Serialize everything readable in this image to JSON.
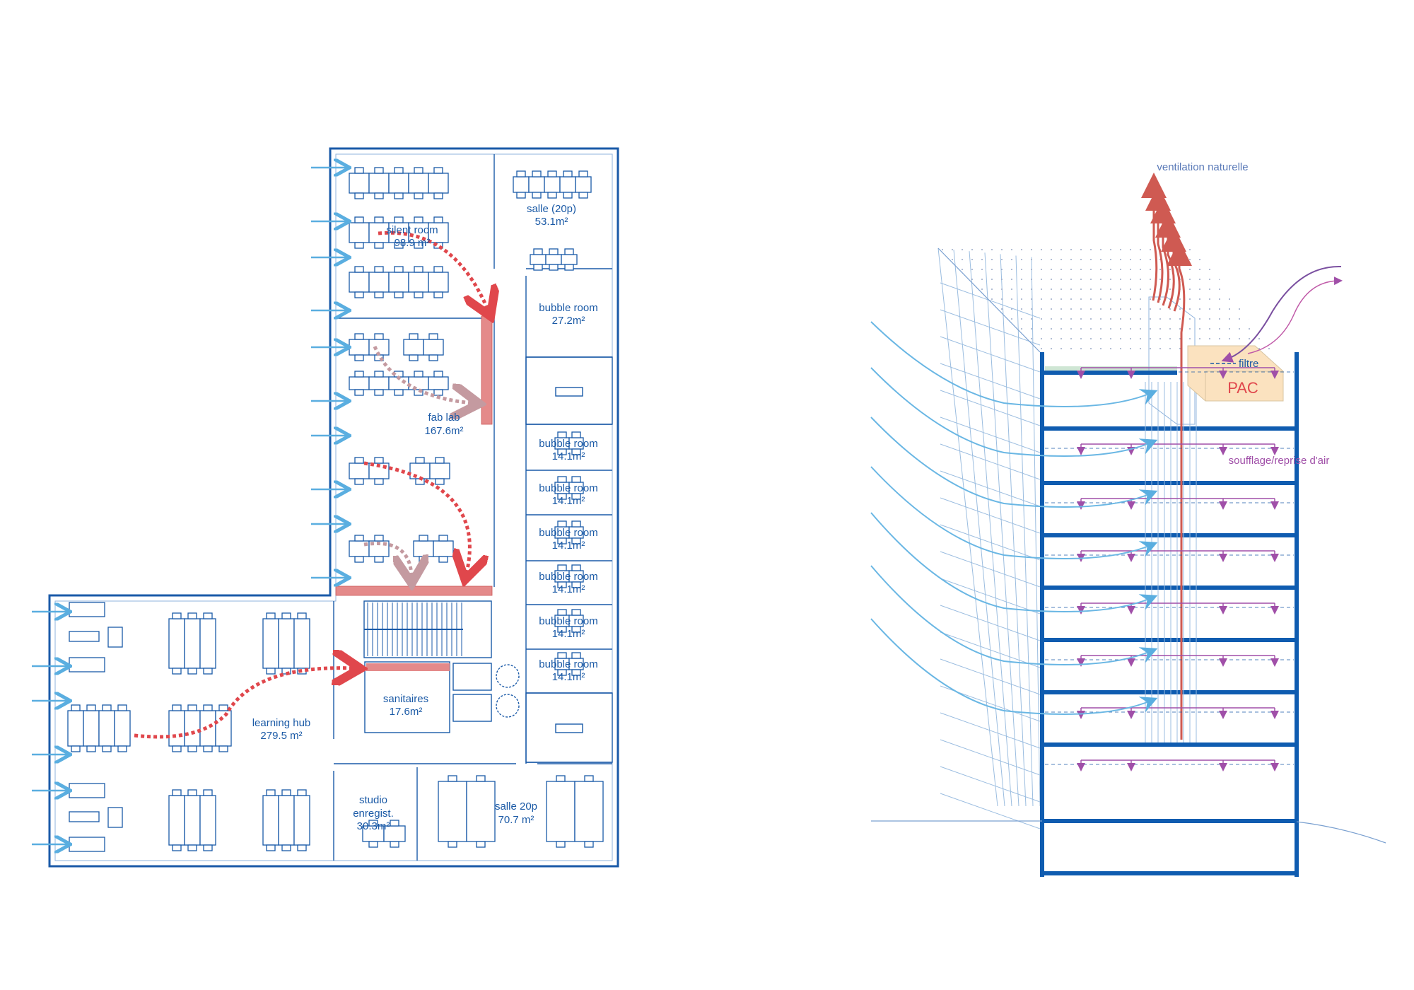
{
  "colors": {
    "wall": "#1a5aa8",
    "air_in": "#5aaee0",
    "circulation": "#e0474c",
    "storage": "#e48a8a",
    "exhaust": "#cf5a52",
    "supply": "#a04fa8",
    "pac": "#fbe2bf",
    "green_roof": "#cfe6d4"
  },
  "plan": {
    "rooms": [
      {
        "name": "silent room",
        "area": "98.9 m²"
      },
      {
        "name": "salle (20p)",
        "area": "53.1m²"
      },
      {
        "name": "bubble room",
        "area": "27.2m²"
      },
      {
        "name": "fab lab",
        "area": "167.6m²"
      },
      {
        "name": "bubble room",
        "area": "14.1m²"
      },
      {
        "name": "bubble room",
        "area": "14.1m²"
      },
      {
        "name": "bubble room",
        "area": "14.1m²"
      },
      {
        "name": "bubble room",
        "area": "14.1m²"
      },
      {
        "name": "bubble room",
        "area": "14.1m²"
      },
      {
        "name": "bubble room",
        "area": "14.1m²"
      },
      {
        "name": "sanitaires",
        "area": "17.6m²"
      },
      {
        "name": "learning hub",
        "area": "279.5 m²"
      },
      {
        "name": "studio",
        "name2": "enregist.",
        "area": "30.3m²"
      },
      {
        "name": "salle 20p",
        "area": "70.7 m²"
      }
    ]
  },
  "section": {
    "ventilation_label": "ventilation naturelle",
    "filter_label": "filtre",
    "pac_label": "PAC",
    "supply_label": "soufflage/reprise d'air"
  }
}
